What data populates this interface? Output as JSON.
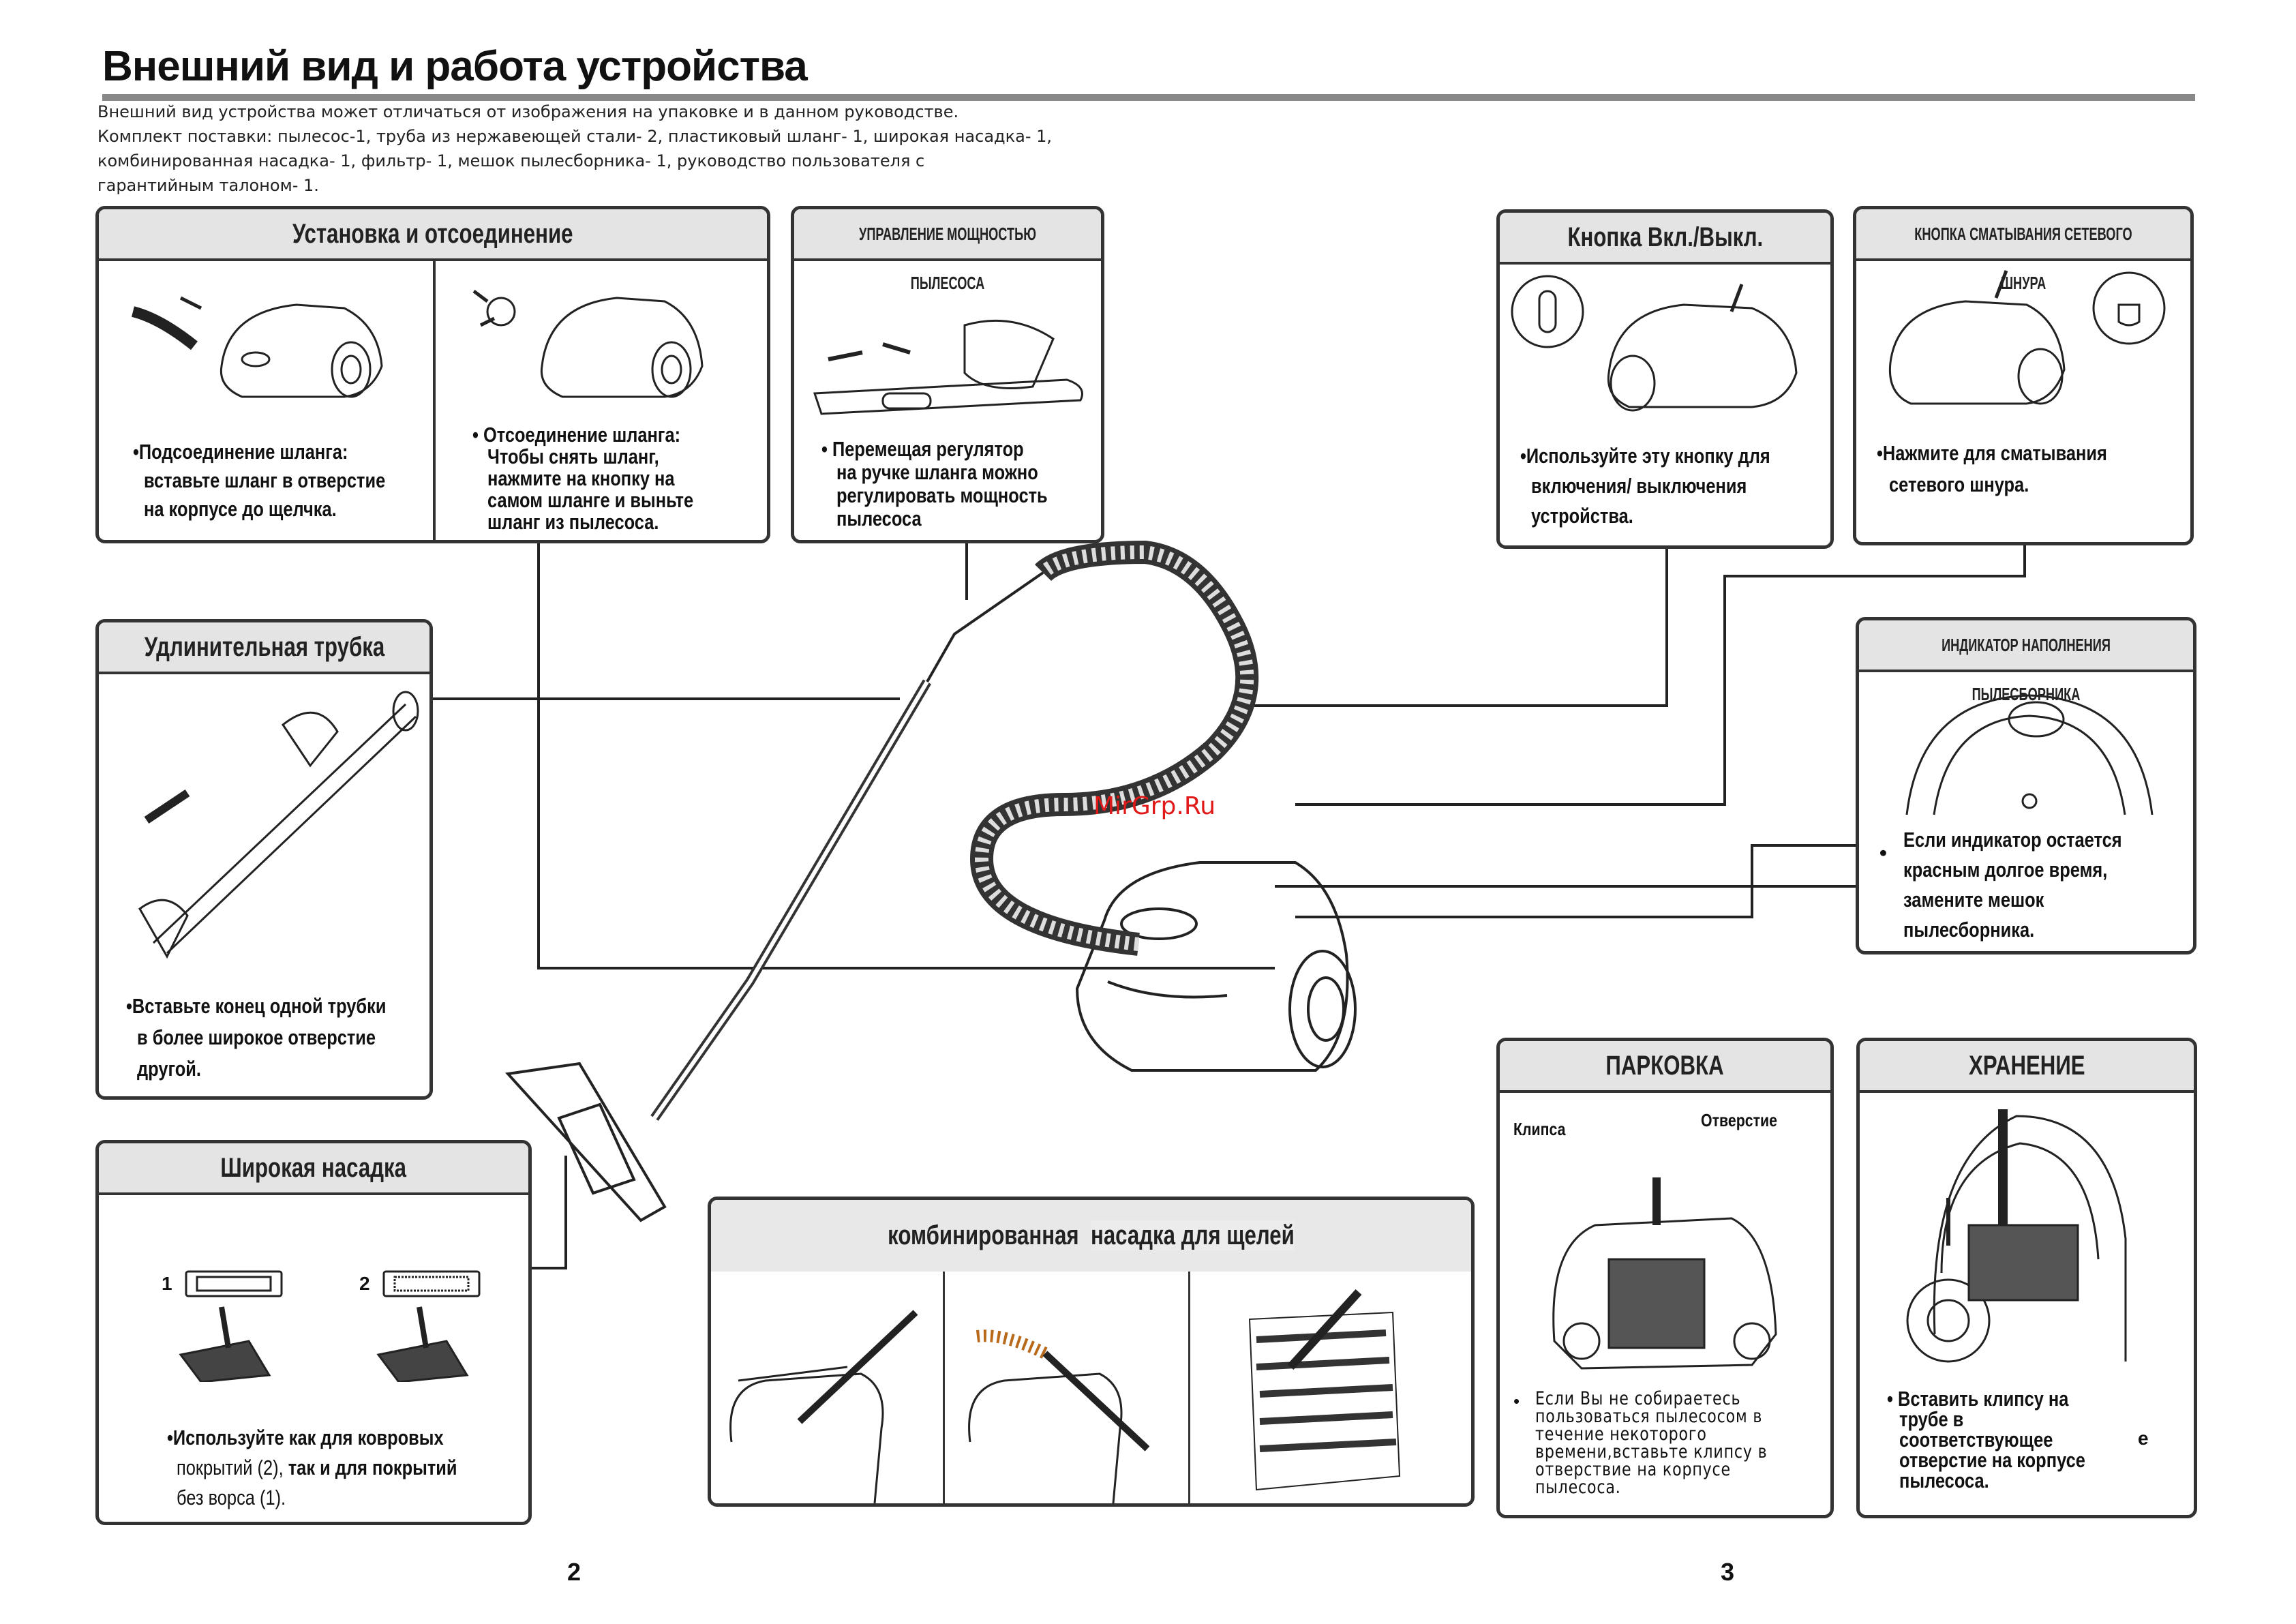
{
  "header": {
    "title": "Внешний вид и работа устройства",
    "intro": [
      "Внешний вид устройства может отличаться от изображения на упаковке и в данном руководстве.",
      "Комплект поставки: пылесос-1, труба из нержавеющей стали- 2, пластиковый шланг- 1, широкая насадка- 1,",
      "комбинированная насадка- 1, фильтр- 1, мешок пылесборника- 1, руководство пользователя с",
      "гарантийным талоном- 1."
    ]
  },
  "install": {
    "title": "Установка и отсоединение",
    "left_caption": [
      "•Подсоединение шланга:",
      "вставьте шланг в отверстие",
      "на корпусе до щелчка."
    ],
    "right_caption": [
      "• Отсоединение шланга:",
      "Чтобы снять шланг,",
      "нажмите на кнопку на",
      "самом шланге и выньте",
      "шланг из пылесоса."
    ]
  },
  "power": {
    "title": "УПРАВЛЕНИЕ МОЩНОСТЬЮ ПЫЛЕСОСА",
    "caption": [
      "• Перемещая регулятор",
      "на ручке шланга можно",
      "регулировать мощность",
      "пылесоса"
    ]
  },
  "onoff": {
    "title": "Кнопка Вкл./Выкл.",
    "caption": [
      "•Используйте эту кнопку для",
      "включения/ выключения",
      "устройства."
    ]
  },
  "cord": {
    "title": "КНОПКА СМАТЫВАНИЯ СЕТЕВОГО ШНУРА",
    "caption": [
      "•Нажмите для сматывания",
      "сетевого шнура."
    ]
  },
  "tube": {
    "title": "Удлинительная трубка",
    "caption": [
      "•Вставьте конец одной трубки",
      "в более широкое отверстие",
      "другой."
    ]
  },
  "indicator": {
    "title": "ИНДИКАТОР НАПОЛНЕНИЯ ПЫЛЕСБОРНИКА",
    "bullet": "•",
    "caption": [
      "Если индикатор остается",
      "красным долгое время,",
      "замените мешок",
      "пылесборника."
    ]
  },
  "wide": {
    "title": "Широкая насадка",
    "num1": "1",
    "num2": "2",
    "caption_bold1": "•Используйте как для ковровых",
    "caption_line2_normal": "покрытий (2),",
    "caption_line2_bold": " так и для покрытий",
    "caption_line3": "без ворса (1)."
  },
  "combo": {
    "title_part1": "комбинированная",
    "title_part2": "насадка для щелей"
  },
  "parking": {
    "title": "ПАРКОВКА",
    "label_clip": "Клипса",
    "label_hole": "Отверстие",
    "bullet": "•",
    "caption": [
      "Если Вы не собираетесь",
      "пользоваться пылесосом в",
      "течение некоторого",
      "времени,вставьте клипсу в",
      "отверствие на корпусе",
      "пылесоса."
    ]
  },
  "storage": {
    "title": "ХРАНЕНИЕ",
    "caption": [
      "• Вставить клипсу на",
      "трубе в",
      "соответствующее",
      "отверстие на корпусе",
      "пылесоса."
    ],
    "stray": "е"
  },
  "watermark": "MirGrp.Ru",
  "page_numbers": {
    "left": "2",
    "right": "3"
  }
}
